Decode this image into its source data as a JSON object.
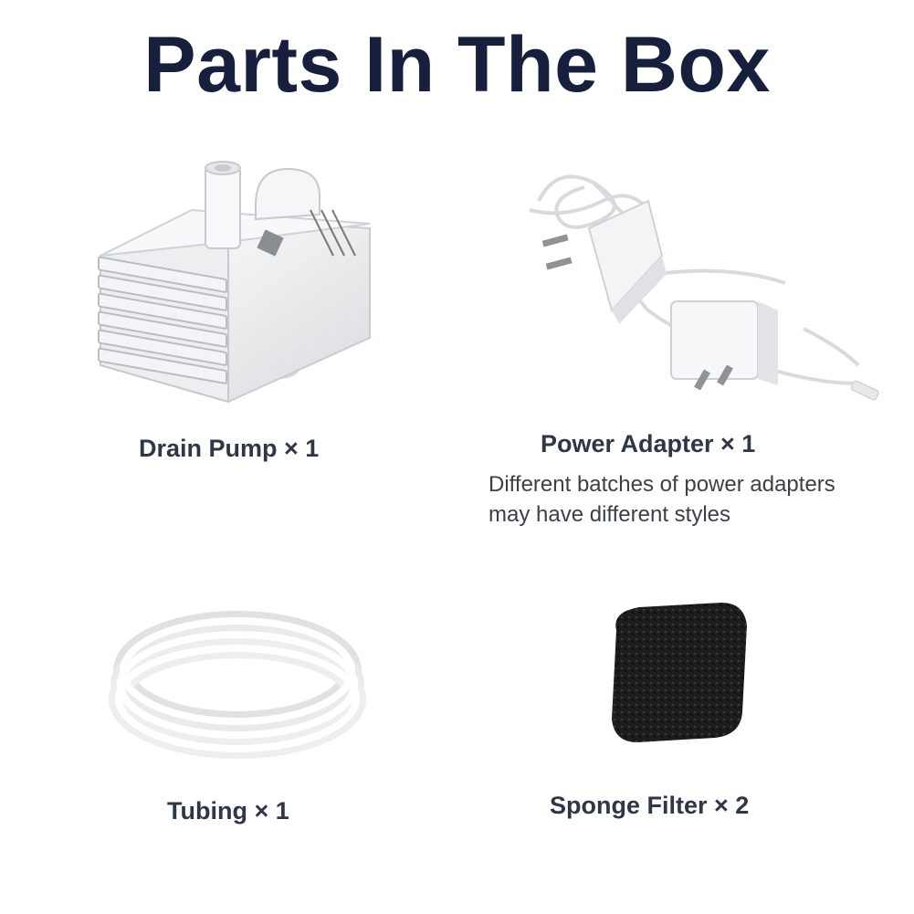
{
  "title": "Parts In The Box",
  "items": [
    {
      "label": "Drain Pump × 1",
      "icon": "drain-pump-image"
    },
    {
      "label": "Power Adapter × 1",
      "icon": "power-adapter-image",
      "note_line1": "Different batches of power adapters",
      "note_line2": "may have different styles"
    },
    {
      "label": "Tubing × 1",
      "icon": "tubing-image"
    },
    {
      "label": "Sponge Filter × 2",
      "icon": "sponge-filter-image"
    }
  ],
  "colors": {
    "title": "#16203d",
    "label": "#2f3747",
    "product_white": "#f2f3f4",
    "sponge": "#1a1a1a"
  }
}
